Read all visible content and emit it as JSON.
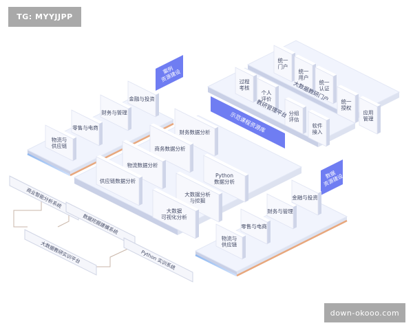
{
  "watermark_top": "TG: MYYJJPP",
  "watermark_bottom": "down-okooo.com",
  "colors": {
    "platform_top": "#f1f4fd",
    "platform_edge_left": "#c9d0e6",
    "platform_edge_right": "#dde2f0",
    "card_face": "#f7f8fd",
    "card_side": "#cfd5e8",
    "card_text": "#444b66",
    "highlight_card": "#6f7df2",
    "highlight_text": "#ffffff",
    "accent_orange": "#e8a77c",
    "accent_blue": "#8fb8f0",
    "connector": "#c9b6a8"
  },
  "portal": {
    "title": "大数据教研门户",
    "items": [
      {
        "label": "统一\n门户"
      },
      {
        "label": "统一\n用户"
      },
      {
        "label": "统一\n认证"
      },
      {
        "label": "统一\n授权"
      },
      {
        "label": "应用\n管理"
      }
    ]
  },
  "teaching_platform": {
    "title": "教研管理平台",
    "items": [
      {
        "label": "过程\n考核"
      },
      {
        "label": "个人\n评价"
      },
      {
        "label": "分组\n评估"
      },
      {
        "label": "软件\n接入"
      }
    ]
  },
  "demo_resource_banner": {
    "label": "示范课程资源库"
  },
  "case_resource": {
    "tag": "案例\n资源建设",
    "items": [
      {
        "label": "物流与\n供应链"
      },
      {
        "label": "零售与电商"
      },
      {
        "label": "财务与管理"
      },
      {
        "label": "金融与投资"
      }
    ]
  },
  "data_analysis": {
    "items": [
      {
        "label": "财务数据分析"
      },
      {
        "label": "商务数据分析"
      },
      {
        "label": "物流数据分析"
      },
      {
        "label": "供应链数据分析"
      },
      {
        "label": "Python\n数据分析"
      },
      {
        "label": "大数据分析\n与挖掘"
      },
      {
        "label": "大数据\n可视化分析"
      }
    ]
  },
  "data_resource": {
    "tag": "数据\n资源建设",
    "items": [
      {
        "label": "物流与\n供应链"
      },
      {
        "label": "零售与电商"
      },
      {
        "label": "财务与管理"
      },
      {
        "label": "金融与投资"
      }
    ]
  },
  "systems": {
    "items": [
      {
        "label": "商业智能分析系统"
      },
      {
        "label": "数据挖掘建模系统"
      },
      {
        "label": "大数据教研实训平台"
      },
      {
        "label": "Python 实训系统"
      }
    ]
  }
}
